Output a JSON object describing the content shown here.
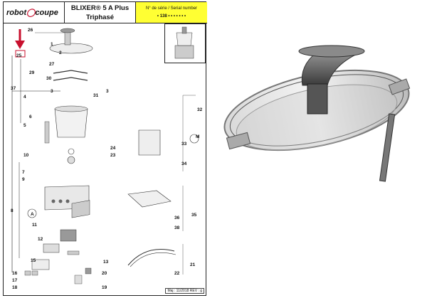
{
  "header": {
    "logo_text_a": "robot",
    "logo_text_b": "coupe",
    "model_line1": "BLIXER® 5 A Plus",
    "model_line2": "Triphasé",
    "serial_label": "N° de série / Serial number",
    "serial_value": "• 138 • • • • •  • •"
  },
  "callouts": [
    "26",
    "1",
    "2",
    "25",
    "27",
    "29",
    "30",
    "3",
    "4",
    "31",
    "3",
    "37",
    "32",
    "6",
    "5",
    "M",
    "33",
    "34",
    "24",
    "23",
    "10",
    "7",
    "9",
    "8",
    "A",
    "35",
    "36",
    "38",
    "11",
    "12",
    "13",
    "15",
    "21",
    "22",
    "16",
    "17",
    "18",
    "20",
    "19"
  ],
  "footer": "Maj : 11/2018   REV : g",
  "colors": {
    "highlight": "#c8102e",
    "serial_bg": "#ffff33"
  }
}
